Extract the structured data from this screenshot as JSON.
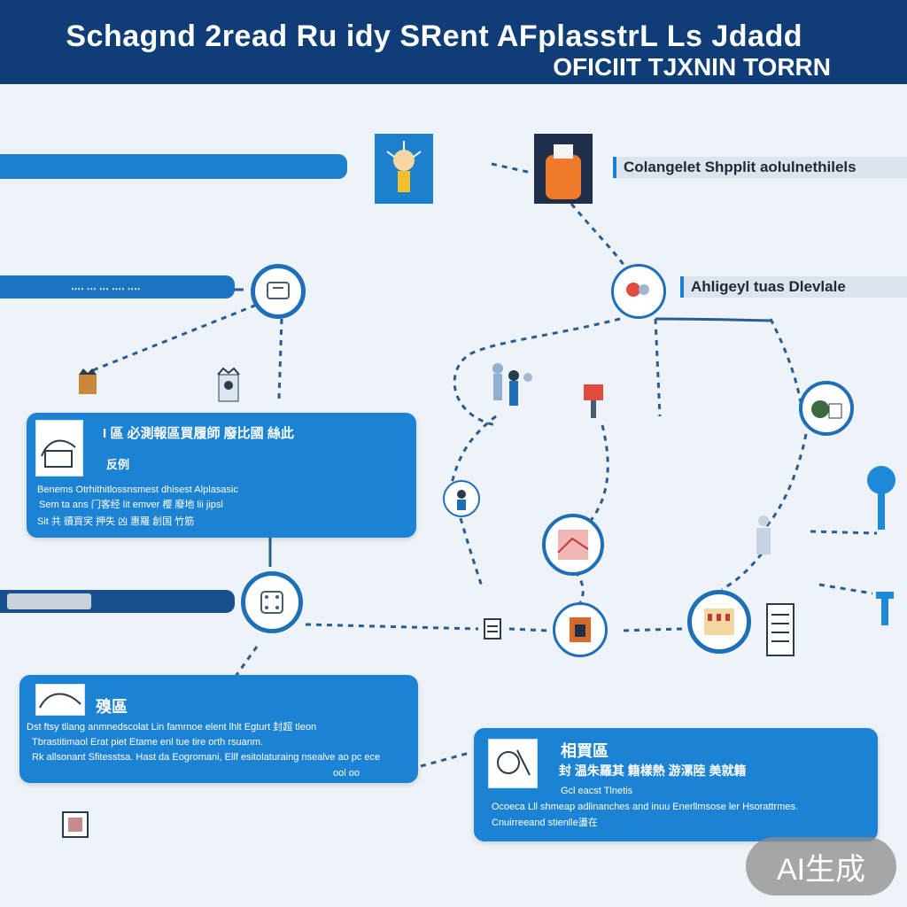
{
  "header": {
    "line1": "Schagnd 2read Ru idy SRent AFplasstrL Ls Jdadd",
    "line2": "OFICIIT TJXNIN TORRN"
  },
  "tags": {
    "top_right": "Colangelet Shpplit aolulnethilels",
    "mid_right": "Ahligeyl tuas Dlevlale"
  },
  "bars": {
    "row2_label": "․․․․ ․․․ ․․․ ․․․․ ․․․․"
  },
  "cards": [
    {
      "title": "I 區 必測報區買履師 廢比國 絲此",
      "sub": "反例",
      "desc": [
        "Benems Otrhithitlossnsmest dhisest Alplasasic",
        "Sem ta ans 门客经 lit emver 樱 廢地 lii jipsl",
        "Sit 共 豄買宎 押失 凶 惠羅 創国 竹筋"
      ]
    },
    {
      "title": "",
      "sub": "殠區",
      "desc": [
        "Dst ftsy tliang anmnedscolat Lin famrnoe elent lhlt Egturt 封超 tleon",
        "Tbrastitimaol Erat piet Etame enl tue tire orth rsuanm.",
        "Rk allsonant Sfitesstsa. Hast da Eogromani, Ellf esitolaturaing nsealve ao pc ece"
      ],
      "footer": "ool oo"
    },
    {
      "title": "相買區",
      "sub": "封 温朱羅其 籍樣熱 游漯陸 美就籍",
      "desc": [
        "Gcl eacst      Tlnetis",
        "Ocoeca Lll   shmeap adlinanches and inuu Enerllmsose ler Hsorattrmes.",
        "Cnuirreeand stienlle盪在"
      ]
    }
  ],
  "watermark": "AI生成",
  "colors": {
    "header": "#0f3d78",
    "accent": "#1c7fd0",
    "card": "#1c82d4",
    "background": "#eef3f9",
    "link": "#2a5d8f"
  }
}
